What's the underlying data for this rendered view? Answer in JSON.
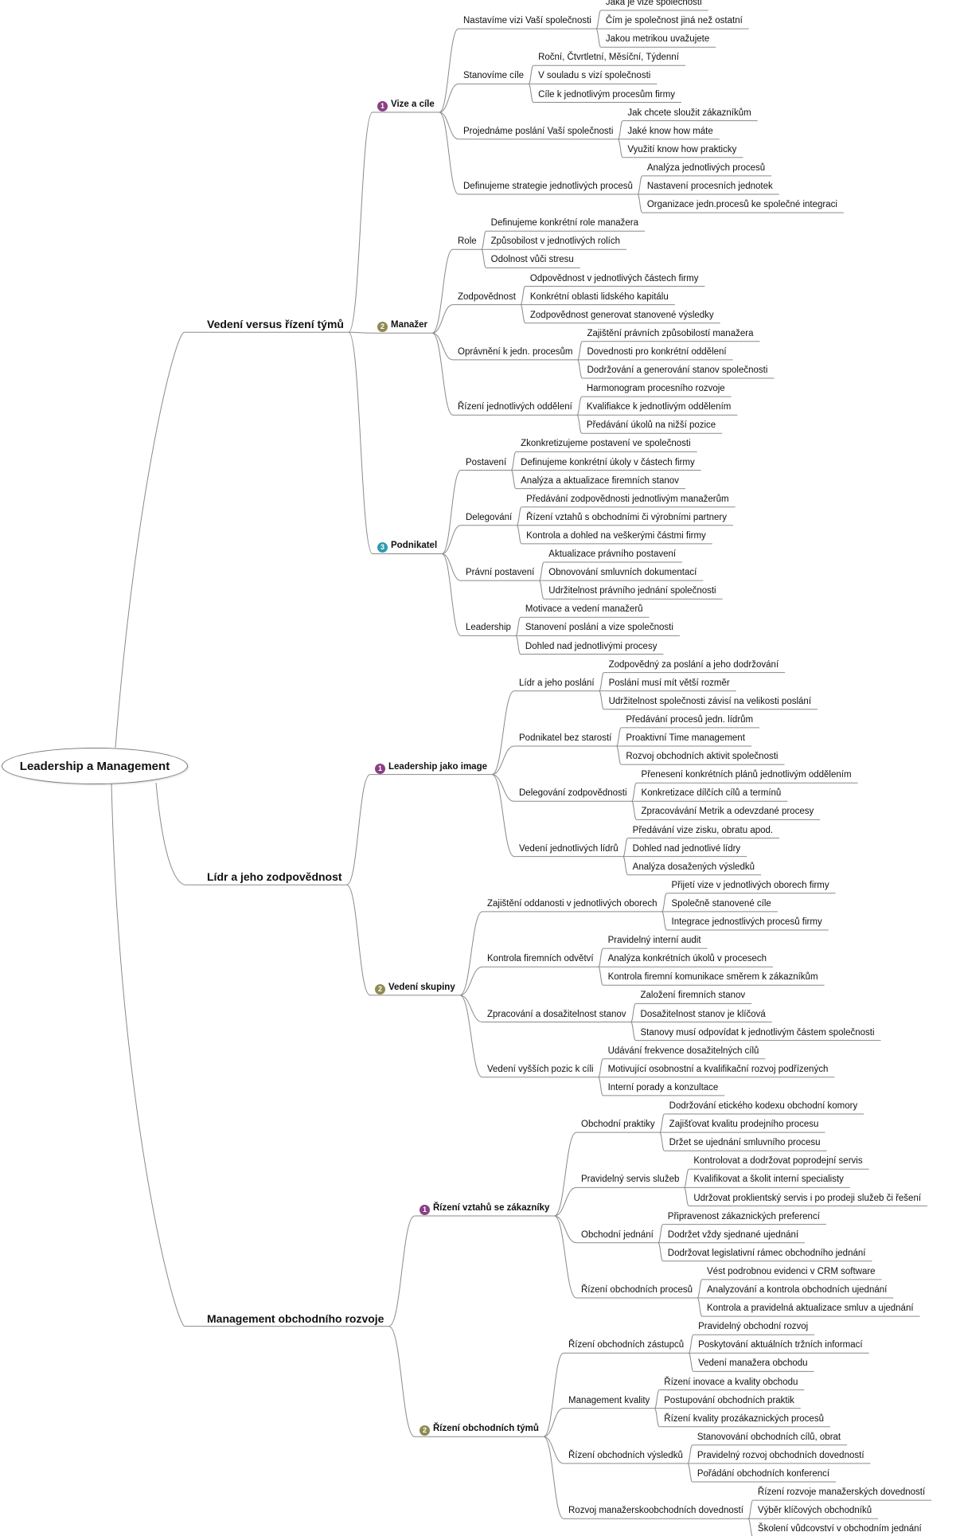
{
  "root": "Leadership a Management",
  "colors": {
    "line": "#8a8a8a",
    "badge1": "#8b3f84",
    "badge2": "#8f8a52",
    "badge3": "#2f9bb0"
  },
  "branches": [
    {
      "label": "Vedení versus řízení týmů",
      "groups": [
        {
          "num": "1",
          "label": "Vize a cíle",
          "items": [
            {
              "label": "Nastavíme vizi Vaší společnosti",
              "leaves": [
                "Jaká je vize společnosti",
                "Čím je společnost jiná než ostatní",
                "Jakou metrikou uvažujete"
              ]
            },
            {
              "label": "Stanovíme cíle",
              "leaves": [
                "Roční, Čtvrtletní, Měsíční, Týdenní",
                "V souladu s vizí společnosti",
                "Cíle k jednotlivým procesům firmy"
              ]
            },
            {
              "label": "Projednáme poslání Vaší společnosti",
              "leaves": [
                "Jak chcete sloužit zákazníkům",
                "Jaké know how máte",
                "Využití know how prakticky"
              ]
            },
            {
              "label": "Definujeme strategie jednotlivých procesů",
              "leaves": [
                "Analýza jednotlivých procesů",
                "Nastavení procesních jednotek",
                "Organizace jedn.procesů ke společné integraci"
              ]
            }
          ]
        },
        {
          "num": "2",
          "label": "Manažer",
          "items": [
            {
              "label": "Role",
              "leaves": [
                "Definujeme konkrétní role manažera",
                "Způsobilost v jednotlivých rolích",
                "Odolnost vůči stresu"
              ]
            },
            {
              "label": "Zodpovědnost",
              "leaves": [
                "Odpovědnost v jednotlivých částech firmy",
                "Konkrétní oblasti lidského kapitálu",
                "Zodpovědnost generovat stanovené výsledky"
              ]
            },
            {
              "label": "Oprávnění k jedn. procesům",
              "leaves": [
                "Zajištění právních způsobilostí manažera",
                "Dovednosti pro konkrétní oddělení",
                "Dodržování a generování stanov společnosti"
              ]
            },
            {
              "label": "Řízení jednotlivých oddělení",
              "leaves": [
                "Harmonogram procesního rozvoje",
                "Kvalifiakce k jednotlivým oddělením",
                "Předávání úkolů na nižší pozice"
              ]
            }
          ]
        },
        {
          "num": "3",
          "label": "Podnikatel",
          "items": [
            {
              "label": "Postavení",
              "leaves": [
                "Zkonkretizujeme postavení ve společnosti",
                "Definujeme konkrétní úkoly v částech firmy",
                "Analýza a aktualizace firemních stanov"
              ]
            },
            {
              "label": "Delegování",
              "leaves": [
                "Předávání zodpovědnosti jednotlivým manažerům",
                "Řízení vztahů s obchodními či výrobními partnery",
                "Kontrola a dohled na veškerými částmi firmy"
              ]
            },
            {
              "label": "Právní postavení",
              "leaves": [
                "Aktualizace právního postavení",
                "Obnovování smluvních dokumentací",
                "Udržitelnost právního jednání společnosti"
              ]
            },
            {
              "label": "Leadership",
              "leaves": [
                "Motivace a vedení manažerů",
                "Stanovení poslání a vize společnosti",
                "Dohled nad jednotlivými procesy"
              ]
            }
          ]
        }
      ]
    },
    {
      "label": "Lídr a jeho zodpovědnost",
      "groups": [
        {
          "num": "1",
          "label": "Leadership jako image",
          "items": [
            {
              "label": "Lídr a jeho poslání",
              "leaves": [
                "Zodpovědný za poslání a jeho dodržování",
                "Poslání musí mít větší rozměr",
                "Udržitelnost společnosti závisí na velikosti poslání"
              ]
            },
            {
              "label": "Podnikatel bez starostí",
              "leaves": [
                "Předávání procesů jedn. lídrům",
                "Proaktivní Time management",
                "Rozvoj obchodních aktivit společnosti"
              ]
            },
            {
              "label": "Delegování zodpovědnosti",
              "leaves": [
                "Přenesení konkrétních plánů jednotlivým oddělením",
                "Konkretizace dílčích cílů a termínů",
                "Zpracovávání Metrik a odevzdané procesy"
              ]
            },
            {
              "label": "Vedení jednotlivých lídrů",
              "leaves": [
                "Předávání vize zisku, obratu apod.",
                "Dohled nad jednotlivé lídry",
                "Analýza dosažených výsledků"
              ]
            }
          ]
        },
        {
          "num": "2",
          "label": "Vedení skupiny",
          "items": [
            {
              "label": "Zajištění oddanosti v jednotlivých oborech",
              "leaves": [
                "Přijetí vize v jednotlivých oborech firmy",
                "Společně stanovené cíle",
                "Integrace jednostlivých procesů firmy"
              ]
            },
            {
              "label": "Kontrola firemních odvětví",
              "leaves": [
                "Pravidelný interní audit",
                "Analýza konkrétních úkolů v procesech",
                "Kontrola firemní komunikace směrem k zákazníkům"
              ]
            },
            {
              "label": "Zpracování a dosažitelnost stanov",
              "leaves": [
                "Založení firemních stanov",
                "Dosažitelnost stanov je klíčová",
                "Stanovy musí odpovídat k jednotlivým částem společnosti"
              ]
            },
            {
              "label": "Vedení vyšších pozic k cíli",
              "leaves": [
                "Udávání frekvence dosažitelných cílů",
                "Motivující osobnostní a kvalifikační rozvoj podřízených",
                "Interní porady a konzultace"
              ]
            }
          ]
        }
      ]
    },
    {
      "label": "Management obchodního rozvoje",
      "groups": [
        {
          "num": "1",
          "label": "Řízení vztahů se zákazníky",
          "items": [
            {
              "label": "Obchodní praktiky",
              "leaves": [
                "Dodržování etického kodexu obchodní komory",
                "Zajišťovat kvalitu prodejního procesu",
                "Držet se ujednání smluvního procesu"
              ]
            },
            {
              "label": "Pravidelný servis služeb",
              "leaves": [
                "Kontrolovat a dodržovat poprodejní servis",
                "Kvalifikovat a školit interní specialisty",
                "Udržovat proklientský servis i po prodeji služeb či řešení"
              ]
            },
            {
              "label": "Obchodní jednání",
              "leaves": [
                "Připravenost zákaznických preferencí",
                "Dodržet vždy sjednané ujednání",
                "Dodržovat legislativní rámec obchodního jednání"
              ]
            },
            {
              "label": "Řízení obchodních procesů",
              "leaves": [
                "Vést podrobnou evidenci v CRM software",
                "Analyzování a kontrola obchodních ujednání",
                "Kontrola a pravidelná aktualizace smluv a ujednání"
              ]
            }
          ]
        },
        {
          "num": "2",
          "label": "Řízení obchodních týmů",
          "items": [
            {
              "label": "Řízení obchodních zástupců",
              "leaves": [
                "Pravidelný obchodní rozvoj",
                "Poskytování aktuálních tržních informací",
                "Vedení manažera obchodu"
              ]
            },
            {
              "label": "Management kvality",
              "leaves": [
                "Řízení inovace a kvality obchodu",
                "Postupování obchodních praktik",
                "Řízení kvality prozákaznických procesů"
              ]
            },
            {
              "label": "Řízení obchodních výsledků",
              "leaves": [
                "Stanovování obchodních cílů, obrat",
                "Pravidelný rozvoj obchodních dovedností",
                "Pořádání obchodních konferencí"
              ]
            },
            {
              "label": "Rozvoj manažerskoobchodních dovedností",
              "leaves": [
                "Řízení rozvoje manažerských dovedností",
                "Výběr klíčových obchodníků",
                "Školení vůdcovství v obchodním jednání"
              ]
            }
          ]
        }
      ]
    }
  ]
}
